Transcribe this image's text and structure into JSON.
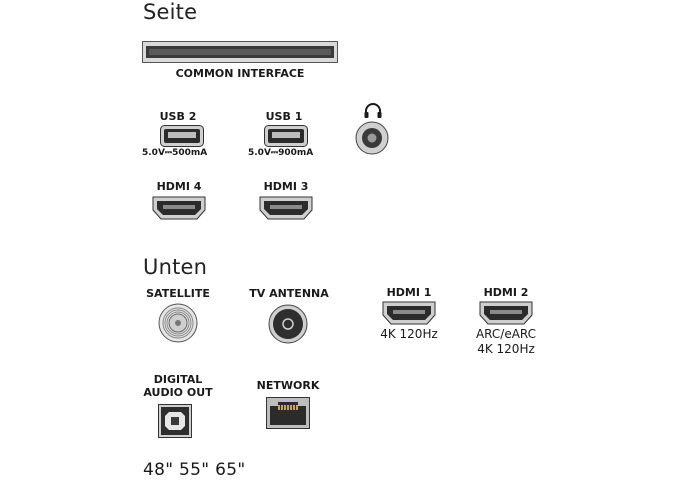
{
  "side": {
    "title": "Seite",
    "common_interface": "COMMON INTERFACE",
    "usb2": {
      "label": "USB 2",
      "spec": "5.0V⎓500mA"
    },
    "usb1": {
      "label": "USB 1",
      "spec": "5.0V⎓900mA"
    },
    "hdmi4": {
      "label": "HDMI 4"
    },
    "hdmi3": {
      "label": "HDMI 3"
    }
  },
  "bottom": {
    "title": "Unten",
    "satellite": "SATELLITE",
    "tv_antenna": "TV ANTENNA",
    "hdmi1": {
      "label": "HDMI 1",
      "line1": "4K 120Hz"
    },
    "hdmi2": {
      "label": "HDMI 2",
      "line1": "ARC/eARC",
      "line2": "4K 120Hz"
    },
    "digital_audio_line1": "DIGITAL",
    "digital_audio_line2": "AUDIO OUT",
    "network": "NETWORK"
  },
  "sizes": "48\" 55\" 65\""
}
